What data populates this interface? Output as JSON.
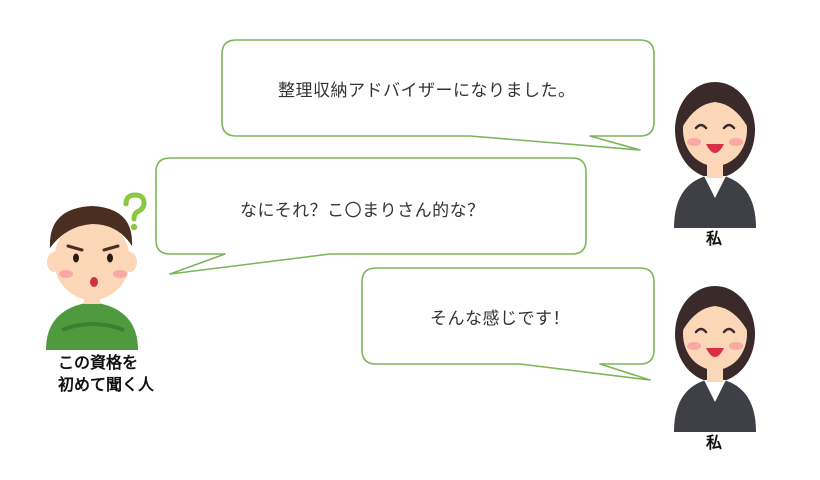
{
  "colors": {
    "bubble_border": "#7bb65a",
    "text": "#333333",
    "skin": "#fbd7b8",
    "cheek": "#f7a9a4",
    "hair_dark": "#3a2a2a",
    "suit": "#3f3f46",
    "shirt": "#ffffff",
    "man_shirt": "#4f9a3f",
    "man_hair": "#4a2e22",
    "question_mark": "#8dc63f"
  },
  "dialogue": [
    {
      "speaker": "me",
      "text": "整理収納アドバイザーになりました。"
    },
    {
      "speaker": "listener",
      "text": "なにそれ？こ〇まりさん的な？"
    },
    {
      "speaker": "me",
      "text": "そんな感じです！"
    }
  ],
  "labels": {
    "me_top": "私",
    "me_bottom": "私",
    "listener_line1": "この資格を",
    "listener_line2": "初めて聞く人"
  },
  "icons": {
    "woman": "businesswoman-smiling-icon",
    "man": "confused-man-icon",
    "question": "question-mark-icon"
  }
}
